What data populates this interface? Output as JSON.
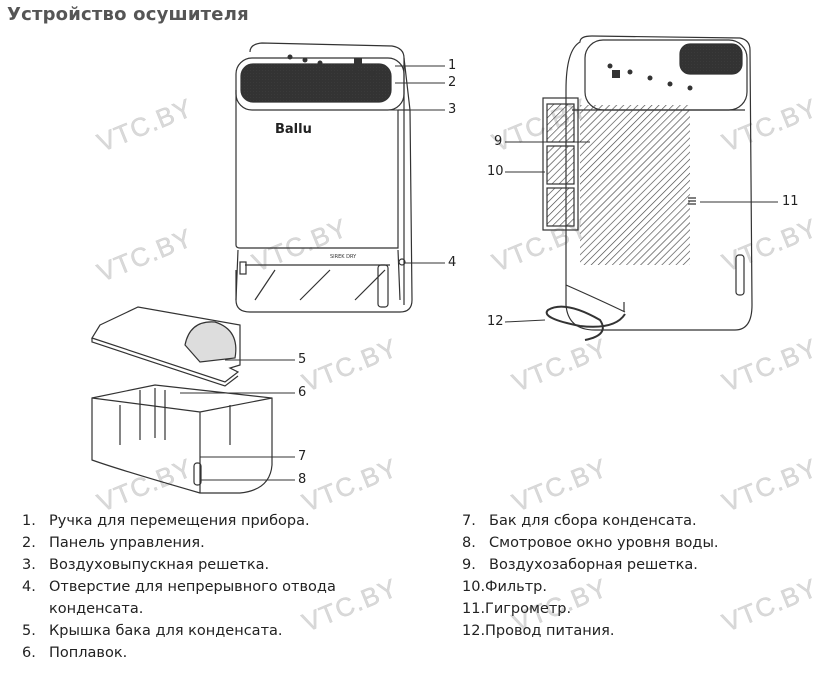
{
  "title": "Устройство осушителя",
  "device": {
    "brand_logo": "Ballu",
    "model_label": "SIREK DRY"
  },
  "callouts": [
    "1",
    "2",
    "3",
    "4",
    "5",
    "6",
    "7",
    "8",
    "9",
    "10",
    "11",
    "12"
  ],
  "watermark": "VTC.BY",
  "list_left": [
    {
      "num": "1.",
      "text": "Ручка для перемещения прибора."
    },
    {
      "num": "2.",
      "text": "Панель управления."
    },
    {
      "num": "3.",
      "text": "Воздуховыпускная решетка."
    },
    {
      "num": "4.",
      "text": "Отверстие для непрерывного отвода конденсата."
    },
    {
      "num": "5.",
      "text": "Крышка бака для конденсата."
    },
    {
      "num": "6.",
      "text": "Поплавок."
    }
  ],
  "list_right": [
    {
      "num": "7.",
      "text": "Бак для сбора конденсата."
    },
    {
      "num": "8.",
      "text": "Смотровое окно уровня воды."
    },
    {
      "num": "9.",
      "text": "Воздухозаборная решетка."
    },
    {
      "num": "10.",
      "text": "Фильтр."
    },
    {
      "num": "11.",
      "text": "Гигрометр."
    },
    {
      "num": "12.",
      "text": "Провод питания."
    }
  ]
}
